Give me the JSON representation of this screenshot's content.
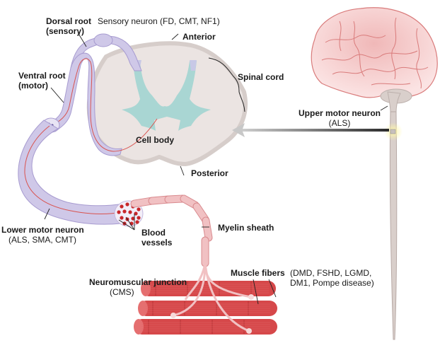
{
  "labels": {
    "dorsal_root": "Dorsal root",
    "dorsal_root_sub": "(sensory)",
    "sensory_neuron": "Sensory neuron (FD, CMT, NF1)",
    "anterior": "Anterior",
    "spinal_cord": "Spinal cord",
    "ventral_root": "Ventral root",
    "ventral_root_sub": "(motor)",
    "cell_body": "Cell body",
    "posterior": "Posterior",
    "upper_motor_neuron": "Upper motor neuron",
    "upper_motor_neuron_sub": "(ALS)",
    "lower_motor_neuron": "Lower motor neuron",
    "lower_motor_neuron_sub": "(ALS, SMA, CMT)",
    "blood_vessels_1": "Blood",
    "blood_vessels_2": "vessels",
    "myelin_sheath": "Myelin sheath",
    "nmj": "Neuromuscular junction",
    "nmj_sub": "(CMS)",
    "muscle_fibers": "Muscle fibers",
    "muscle_fibers_sub_1": "(DMD, FSHD, LGMD,",
    "muscle_fibers_sub_2": "DM1, Pompe disease)"
  },
  "colors": {
    "nerve": "#cfc8e8",
    "nerve_edge": "#a79bd0",
    "axon": "#d9534f",
    "cord": "#ebe4e2",
    "cord_edge": "#d6cdca",
    "gray_matter": "#a9d6d3",
    "brain": "#f5cfcf",
    "brain_edge": "#d97b7b",
    "muscle": "#d6484a",
    "muscle_dark": "#b83335",
    "myelin": "#f1c1c3",
    "spinal_tract": "#d9cfcb",
    "glow": "#fff3a0"
  }
}
